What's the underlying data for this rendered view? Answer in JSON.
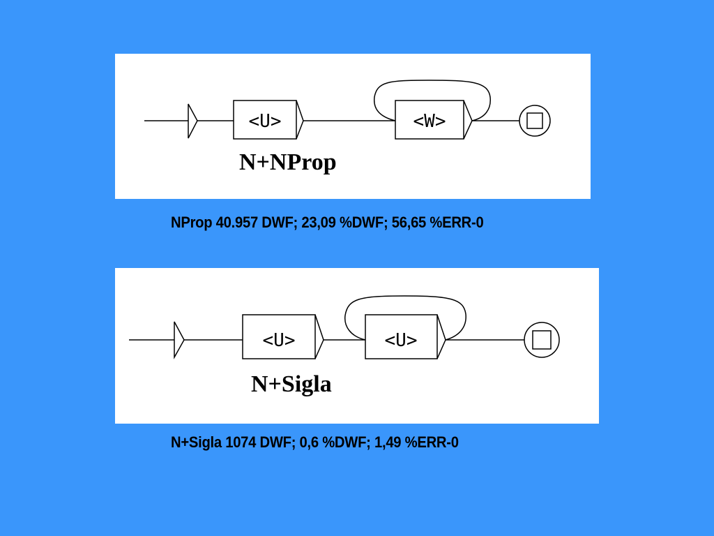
{
  "diagrams": [
    {
      "box1": "<U>",
      "box2": "<W>",
      "output": "N+NProp",
      "caption": "NProp 40.957 DWF; 23,09 %DWF; 56,65 %ERR-0"
    },
    {
      "box1": "<U>",
      "box2": "<U>",
      "output": "N+Sigla",
      "caption": "N+Sigla 1074 DWF; 0,6 %DWF; 1,49 %ERR-0"
    }
  ]
}
